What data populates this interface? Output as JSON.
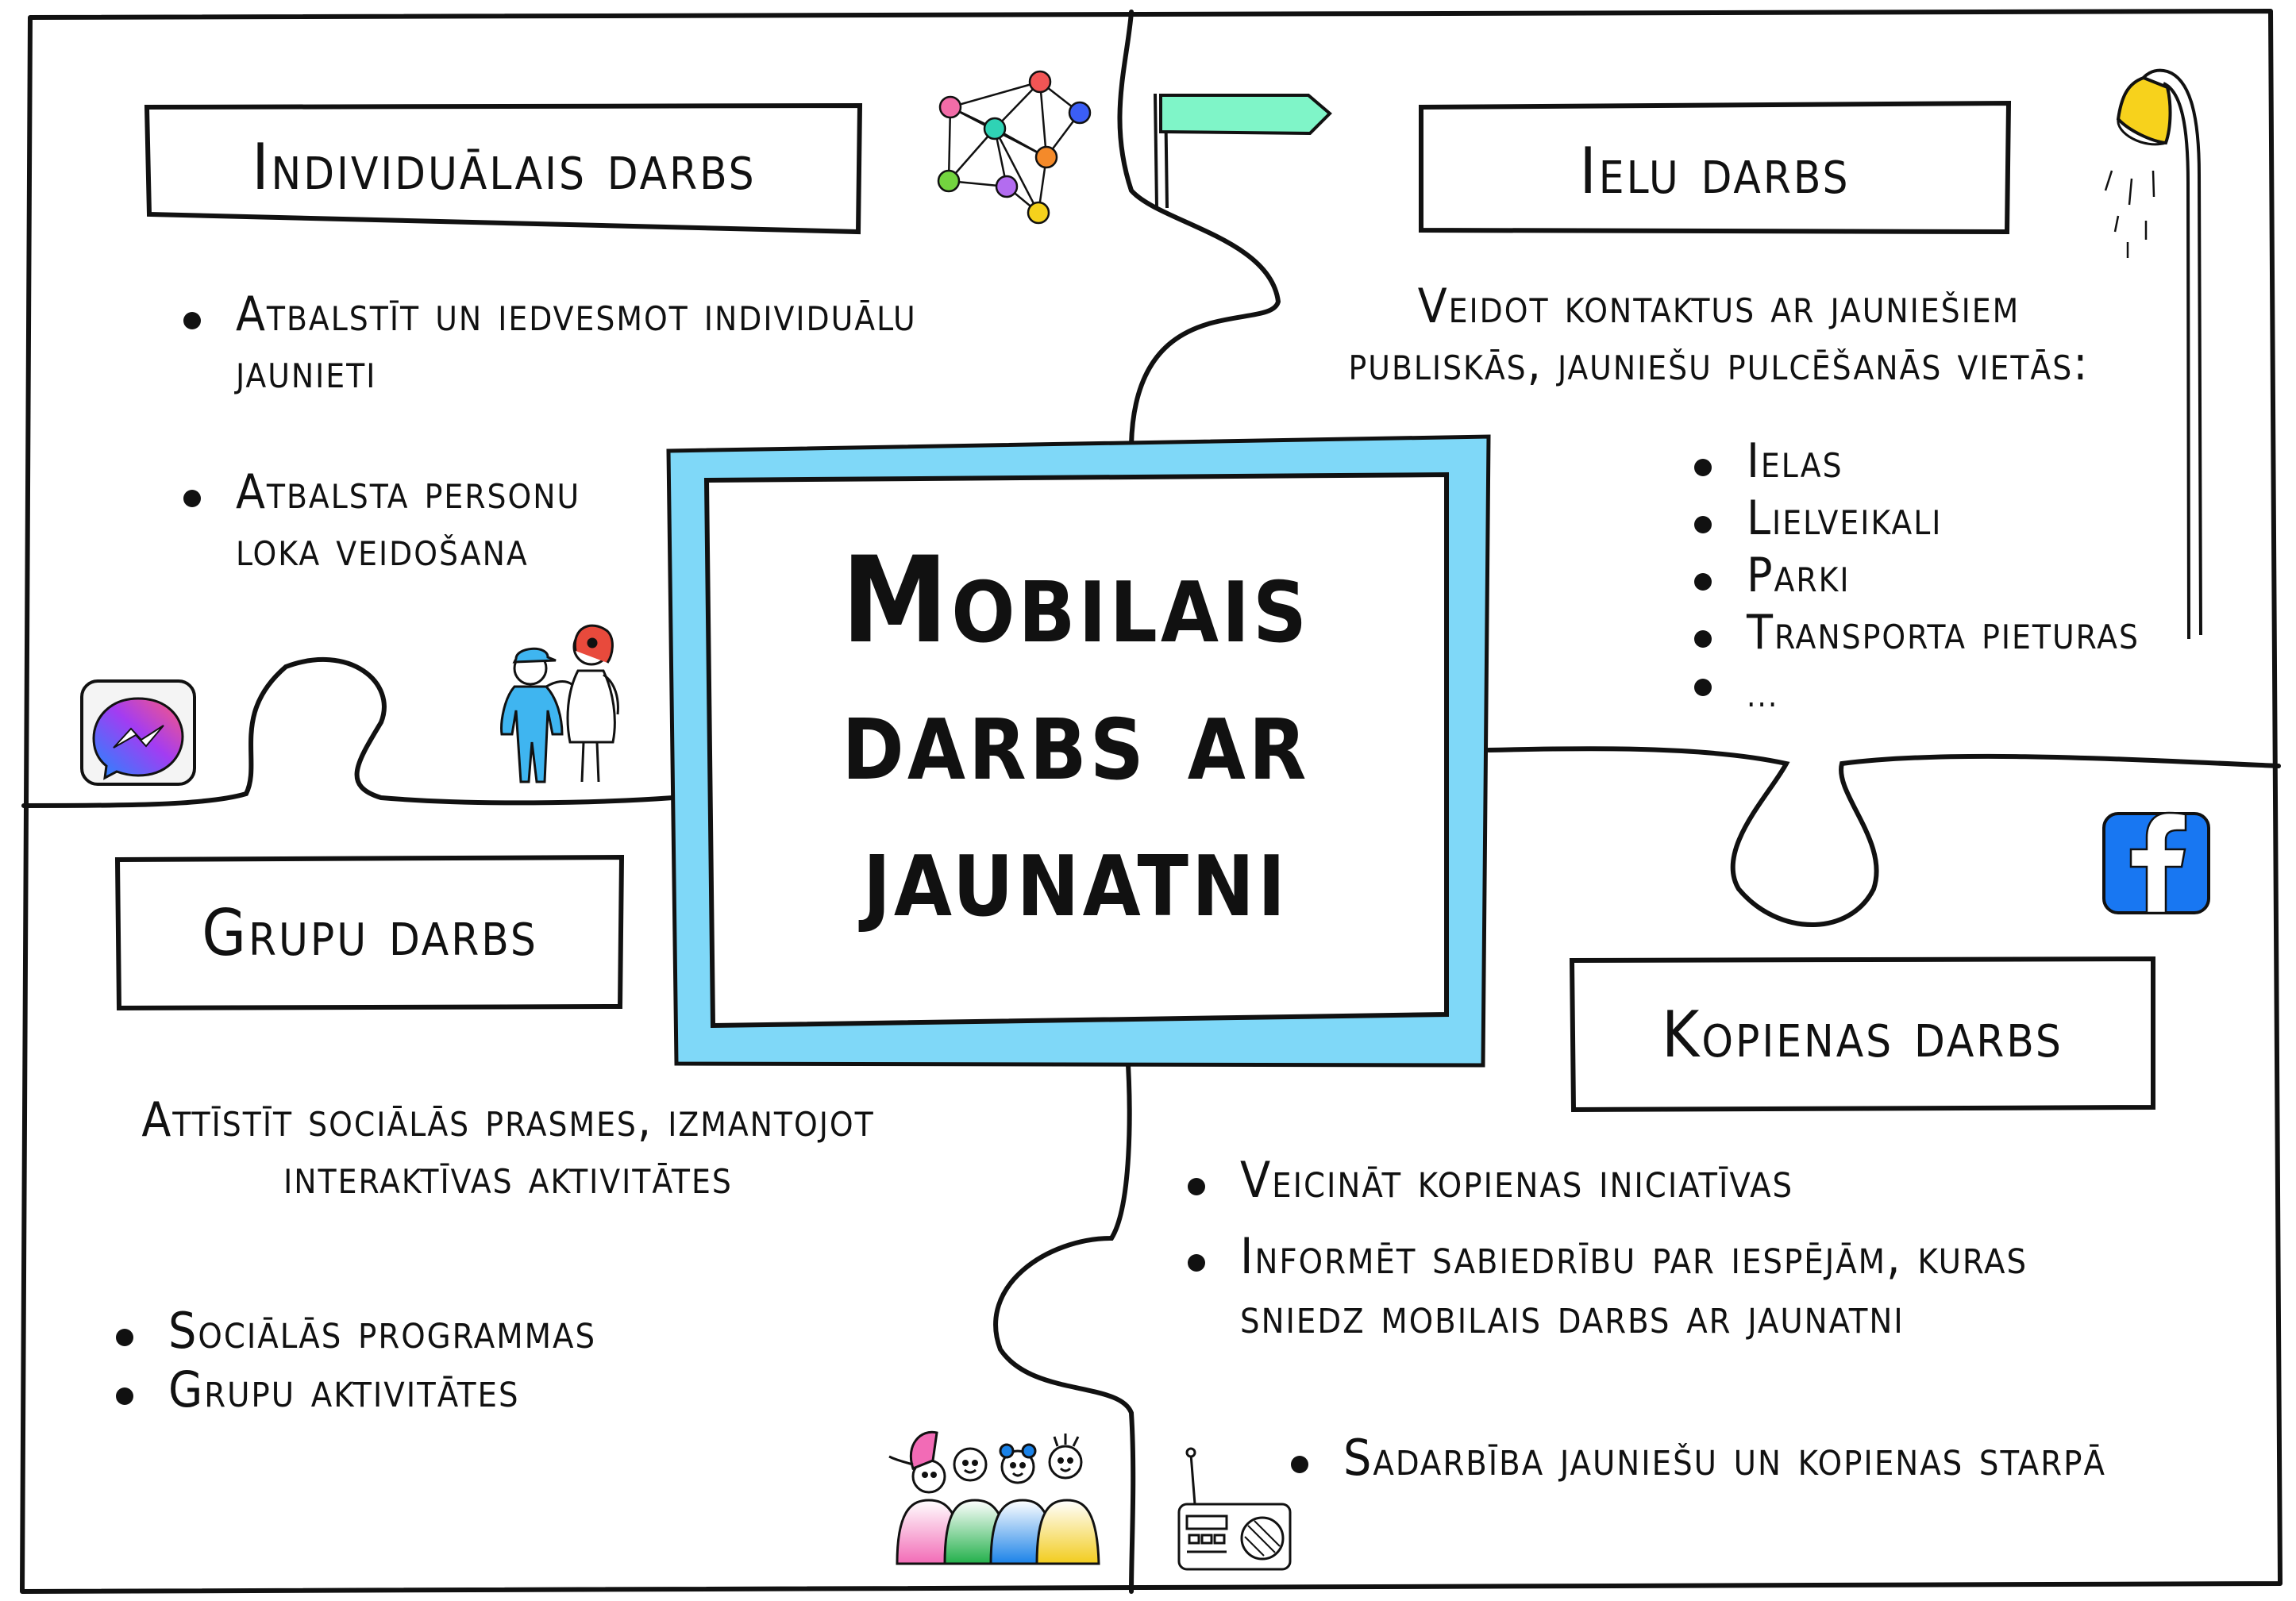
{
  "center": {
    "title": "Mobilais\ndarbs ar\njaunatni"
  },
  "individual": {
    "title": "Individuālais darbs",
    "items": [
      "Atbalstīt un iedvesmot individuālu\njaunieti",
      "Atbalsta personu\nloka veidošana"
    ]
  },
  "street": {
    "title": "Ielu darbs",
    "intro": "Veidot kontaktus ar jauniešiem\npubliskās, jauniešu pulcēšanās vietās:",
    "items": [
      "Ielas",
      "Lielveikali",
      "Parki",
      "Transporta pieturas",
      "..."
    ]
  },
  "group": {
    "title": "Grupu darbs",
    "intro": "Attīstīt sociālās prasmes, izmantojot\ninteraktīvas aktivitātes",
    "items": [
      "Sociālās programmas",
      "Grupu aktivitātes"
    ]
  },
  "community": {
    "title": "Kopienas darbs",
    "items": [
      "Veicināt kopienas iniciatīvas",
      "Informēt sabiedrību par iespējām, kuras\nsniedz mobilais darbs ar jaunatni"
    ],
    "subitem": "Sadarbība jauniešu un kopienas starpā"
  },
  "colors": {
    "center_frame": "#7fd8f8",
    "signpost": "#7ff5c8",
    "lamp": "#f7d21c",
    "messenger_gradient": [
      "#1f8bff",
      "#a33cf2",
      "#ff5a7a"
    ],
    "facebook": "#1877f2"
  },
  "icons": [
    "network-icon",
    "signpost-icon",
    "street-lamp-icon",
    "messenger-icon",
    "people-icon",
    "facebook-icon",
    "group-of-kids-icon",
    "radio-icon"
  ]
}
